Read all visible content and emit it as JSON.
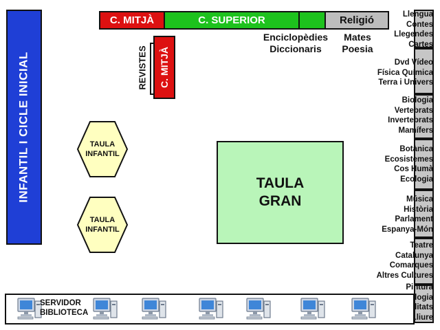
{
  "infantil_panel": {
    "label": "INFANTIL I CICLE INICIAL",
    "color": "#1f3fd6"
  },
  "top_bar": {
    "c_mitja": "C. MITJÀ",
    "c_superior": "C. SUPERIOR",
    "religio": "Religió"
  },
  "top_labels": {
    "enciclopedies": "Enciclopèdies",
    "diccionaris": "Diccionaris",
    "mates": "Mates",
    "poesia": "Poesia"
  },
  "revistes": {
    "label": "REVISTES",
    "c_mitja_vertical": "C. MITJÀ"
  },
  "tables": {
    "infantil_1": [
      "TAULA",
      "INFANTIL"
    ],
    "infantil_2": [
      "TAULA",
      "INFANTIL"
    ],
    "gran": [
      "TAULA",
      "GRAN"
    ]
  },
  "shelves": [
    [
      "Llengua",
      "Contes",
      "Llegendes",
      "Cartes"
    ],
    [
      "Dvd Vídeo",
      "Física Química",
      "Terra i Univers"
    ],
    [
      "Biologia",
      "Vertebrats",
      "Invertebrats",
      "Mamífers"
    ],
    [
      "Botànica",
      "Ecosistemes",
      "Cos Humà",
      "Ecologia"
    ],
    [
      "Música",
      "Història",
      "Parlament",
      "Espanya-Món"
    ],
    [
      "Teatre",
      "Catalunya",
      "Comarques",
      "Altres Cultures"
    ],
    [
      "Pintura",
      "Tecnologia",
      "Manualitats",
      "Temps Lliure"
    ]
  ],
  "bottom": {
    "servidor": [
      "SERVIDOR",
      "BIBLIOTECA"
    ],
    "computer_icon": "computer-icon"
  },
  "colors": {
    "red": "#dd1111",
    "green": "#1dc21d",
    "grey": "#bdbdbd",
    "table_green": "#b9f5b9",
    "hex_yellow": "#ffffc0"
  }
}
